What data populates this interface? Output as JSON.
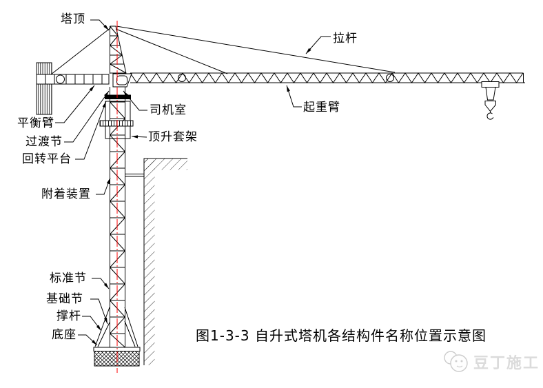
{
  "figure": {
    "caption": "图1-3-3 自升式塔机各结构件名称位置示意图",
    "watermark": "豆丁施工",
    "colors": {
      "line": "#000000",
      "centerline": "#ff0000",
      "watermark": "#dbdbdb",
      "background": "#ffffff"
    },
    "labels": {
      "tower_top": "塔顶",
      "tie_rod": "拉杆",
      "balance_arm": "平衡臂",
      "transition_section": "过渡节",
      "slewing_platform": "回转平台",
      "driver_cab": "司机室",
      "jacking_frame": "顶升套架",
      "lifting_jib": "起重臂",
      "attachment_device": "附着装置",
      "standard_section": "标准节",
      "foundation_section": "基础节",
      "support_rod": "撑杆",
      "base": "底座"
    }
  }
}
